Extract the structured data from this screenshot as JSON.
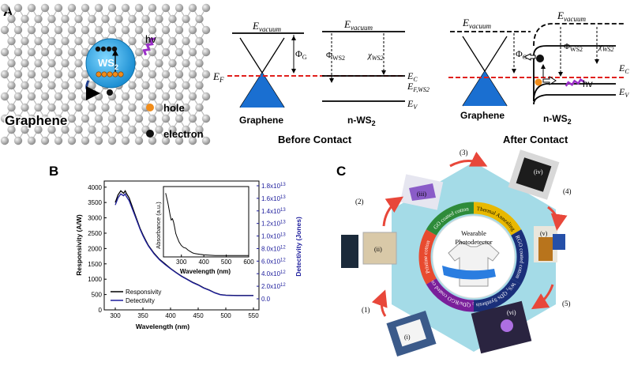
{
  "panel_a": {
    "label": "A",
    "lattice_name": "Graphene",
    "ws2_label": "WS",
    "ws2_sub": "2",
    "hv_label": "hv",
    "legend_hole": "hole",
    "legend_electron": "electron",
    "before": {
      "title": "Before Contact",
      "e_vacuum": "E",
      "e_vacuum_sub": "vacuum",
      "phi_g": "Φ",
      "phi_g_sub": "G",
      "ef": "E",
      "ef_sub": "F",
      "phi_ws2": "Φ",
      "phi_ws2_sub": "WS2",
      "chi_ws2": "χ",
      "chi_ws2_sub": "WS2",
      "ec": "E",
      "ec_sub": "C",
      "efws2": "E",
      "efws2_sub": "F,WS2",
      "ev": "E",
      "ev_sub": "V",
      "graphene_label": "Graphene",
      "nws2_label": "n-WS",
      "nws2_sub": "2"
    },
    "after": {
      "title": "After Contact",
      "e_vacuum": "E",
      "e_vacuum_sub": "vacuum",
      "phi_g": "Φ",
      "phi_g_sub": "G",
      "phi_ws2": "Φ",
      "phi_ws2_sub": "WS2",
      "chi_ws2": "χ",
      "chi_ws2_sub": "WS2",
      "ec": "E",
      "ec_sub": "C",
      "ev": "E",
      "ev_sub": "V",
      "hv_label": "hv",
      "graphene_label": "Graphene",
      "nws2_label": "n-WS",
      "nws2_sub": "2"
    },
    "colors": {
      "fermi": "#e0201d",
      "band": "#1a6fd1",
      "photon": "#9b2fc8",
      "hole": "#f08c1a"
    }
  },
  "panel_b": {
    "label": "B",
    "chart_data": {
      "type": "line",
      "xlabel": "Wavelength (nm)",
      "ylabel": "Responsivity (A/W)",
      "y2label": "Detectivity (Jones)",
      "xlim": [
        280,
        560
      ],
      "ylim": [
        0,
        4200
      ],
      "xticks": [
        "300",
        "350",
        "400",
        "450",
        "500",
        "550"
      ],
      "yticks": [
        "0",
        "500",
        "1000",
        "1500",
        "2000",
        "2500",
        "3000",
        "3500",
        "4000"
      ],
      "y2ticks": [
        "0.0",
        "2.0x10",
        "4.0x10",
        "6.0x10",
        "8.0x10",
        "1.0x10",
        "1.2x10",
        "1.4x10",
        "1.6x10",
        "1.8x10"
      ],
      "y2exp": [
        "",
        "12",
        "12",
        "12",
        "12",
        "13",
        "13",
        "13",
        "13",
        "13"
      ],
      "series": [
        {
          "name": "Responsivity",
          "color": "#000000",
          "x": [
            300,
            305,
            310,
            315,
            318,
            320,
            325,
            330,
            335,
            340,
            345,
            350,
            355,
            360,
            370,
            380,
            390,
            400,
            410,
            420,
            430,
            440,
            450,
            460,
            470,
            480,
            490,
            500,
            520,
            540,
            550
          ],
          "y": [
            3500,
            3750,
            3880,
            3800,
            3880,
            3800,
            3650,
            3400,
            3150,
            2900,
            2650,
            2450,
            2270,
            2100,
            1850,
            1650,
            1500,
            1350,
            1220,
            1100,
            1000,
            900,
            820,
            720,
            650,
            560,
            500,
            480,
            470,
            470,
            470
          ]
        },
        {
          "name": "Detectivity",
          "color": "#1c1c9c",
          "x": [
            300,
            305,
            310,
            315,
            318,
            320,
            325,
            330,
            335,
            340,
            345,
            350,
            355,
            360,
            370,
            380,
            390,
            400,
            410,
            420,
            430,
            440,
            450,
            460,
            470,
            480,
            490,
            500,
            520,
            540,
            550
          ],
          "y": [
            3420,
            3650,
            3780,
            3720,
            3780,
            3700,
            3560,
            3330,
            3100,
            2860,
            2620,
            2420,
            2240,
            2080,
            1830,
            1630,
            1480,
            1340,
            1210,
            1090,
            990,
            890,
            810,
            710,
            640,
            555,
            495,
            475,
            465,
            465,
            465
          ]
        }
      ],
      "inset": {
        "type": "line",
        "xlabel": "Wavelength (nm)",
        "ylabel": "Absorbance (a.u.)",
        "xticks": [
          "300",
          "400",
          "500",
          "600"
        ],
        "x": [
          230,
          240,
          250,
          255,
          260,
          265,
          270,
          275,
          280,
          290,
          300,
          310,
          320,
          330,
          340,
          350,
          360,
          380,
          400,
          450,
          500,
          550,
          600
        ],
        "y": [
          0.95,
          0.8,
          0.62,
          0.55,
          0.57,
          0.52,
          0.44,
          0.35,
          0.3,
          0.22,
          0.17,
          0.14,
          0.13,
          0.1,
          0.08,
          0.06,
          0.05,
          0.04,
          0.03,
          0.02,
          0.02,
          0.02,
          0.02
        ]
      }
    }
  },
  "panel_c": {
    "label": "C",
    "center_line1": "Wearable",
    "center_line2": "Photodetector",
    "steps": [
      "(1)",
      "(2)",
      "(3)",
      "(4)",
      "(5)"
    ],
    "photos": [
      "(i)",
      "(ii)",
      "(iii)",
      "(iv)",
      "(v)",
      "(vi)"
    ],
    "ring": [
      "Pristine cotton",
      "GO coated cotton",
      "Thermal Annealing",
      "RGO coated cotton",
      "WS₂ QDs Synthesis",
      "WS₂ QDs/RGO coated cotton"
    ],
    "ring_colors": [
      "#e84a2f",
      "#2e8b3a",
      "#e8b800",
      "#1a2f7a",
      "#1a2f7a",
      "#7a1f9a"
    ],
    "hex_color": "#9fd9e6"
  }
}
